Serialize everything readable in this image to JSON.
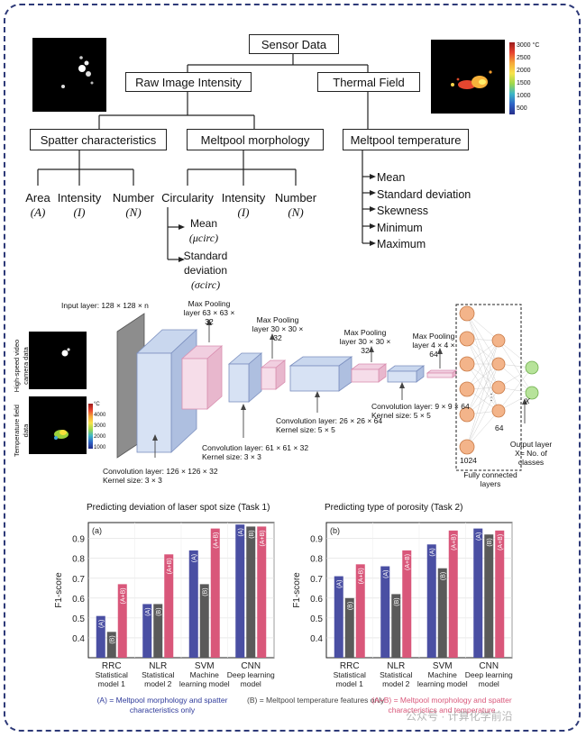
{
  "tree": {
    "root": "Sensor Data",
    "raw": "Raw Image Intensity",
    "thermal": "Thermal Field",
    "spatter": "Spatter characteristics",
    "meltpool_morph": "Meltpool morphology",
    "meltpool_temp": "Meltpool temperature",
    "spatter_leaves": [
      {
        "name": "Area",
        "sym": "(A)"
      },
      {
        "name": "Intensity",
        "sym": "(I)"
      },
      {
        "name": "Number",
        "sym": "(N)"
      }
    ],
    "morph_leaves": [
      {
        "name": "Circularity",
        "sym": ""
      },
      {
        "name": "Intensity",
        "sym": "(I)"
      },
      {
        "name": "Number",
        "sym": "(N)"
      }
    ],
    "circ_sub": [
      {
        "label": "Mean",
        "sym": "(μcirc)"
      },
      {
        "label": "Standard deviation",
        "sym": "(σcirc)"
      }
    ],
    "temp_leaves": [
      "Mean",
      "Standard deviation",
      "Skewness",
      "Minimum",
      "Maximum"
    ],
    "thermal_scale": [
      "3000 °C",
      "2500",
      "2000",
      "1500",
      "1000",
      "500"
    ]
  },
  "cnn": {
    "input_layer": "Input layer: 128 × 128 × n",
    "hs_video": "High-speed video camera data",
    "temp_field": "Temperature field data",
    "small_scale": [
      "°C",
      "4000",
      "3000",
      "2000",
      "1000"
    ],
    "mp1": "Max Pooling layer 63 × 63 × 32",
    "mp2": "Max Pooling layer 30 × 30 × 32",
    "mp3": "Max Pooling layer 30 × 30 × 32",
    "mp4": "Max Pooling layer 4 × 4 × 64",
    "conv1": "Convolution layer: 126 × 126 × 32",
    "conv1_k": "Kernel size: 3 × 3",
    "conv2": "Convolution layer: 61 × 61 × 32",
    "conv2_k": "Kernel size: 3 × 3",
    "conv3": "Convolution layer: 26 × 26 × 64",
    "conv3_k": "Kernel size: 5 × 5",
    "conv4": "Convolution layer: 9 × 9 × 64",
    "conv4_k": "Kernel size: 5 × 5",
    "n1024": "1024",
    "n64": "64",
    "fc": "Fully connected layers",
    "x_out": "X",
    "output": "Output layer X= No. of classes"
  },
  "chart_data": [
    {
      "type": "bar",
      "panel": "(a)",
      "title": "Predicting deviation of laser spot size (Task 1)",
      "ylabel": "F1-score",
      "ylim": [
        0.3,
        0.98
      ],
      "yticks": [
        0.4,
        0.5,
        0.6,
        0.7,
        0.8,
        0.9
      ],
      "categories": [
        [
          "RRC",
          "Statistical",
          "model 1"
        ],
        [
          "NLR",
          "Statistical",
          "model 2"
        ],
        [
          "SVM",
          "Machine",
          "learning model"
        ],
        [
          "CNN",
          "Deep learning",
          "model"
        ]
      ],
      "series": [
        {
          "name": "(A)",
          "values": [
            0.51,
            0.57,
            0.84,
            0.97
          ]
        },
        {
          "name": "(B)",
          "values": [
            0.43,
            0.57,
            0.67,
            0.96
          ]
        },
        {
          "name": "(A+B)",
          "values": [
            0.67,
            0.82,
            0.95,
            0.96
          ]
        }
      ]
    },
    {
      "type": "bar",
      "panel": "(b)",
      "title": "Predicting type of porosity (Task 2)",
      "ylabel": "F1-score",
      "ylim": [
        0.3,
        0.98
      ],
      "yticks": [
        0.4,
        0.5,
        0.6,
        0.7,
        0.8,
        0.9
      ],
      "categories": [
        [
          "RRC",
          "Statistical",
          "model 1"
        ],
        [
          "NLR",
          "Statistical",
          "model 2"
        ],
        [
          "SVM",
          "Machine",
          "learning model"
        ],
        [
          "CNN",
          "Deep learning",
          "model"
        ]
      ],
      "series": [
        {
          "name": "(A)",
          "values": [
            0.71,
            0.76,
            0.87,
            0.95
          ]
        },
        {
          "name": "(B)",
          "values": [
            0.6,
            0.62,
            0.75,
            0.92
          ]
        },
        {
          "name": "(A+B)",
          "values": [
            0.77,
            0.84,
            0.94,
            0.94
          ]
        }
      ]
    }
  ],
  "legend": {
    "a": "(A) = Meltpool morphology and spatter characteristics only",
    "b": "(B) = Meltpool temperature features only",
    "ab": "(A+B) = Meltpool morphology and spatter characteristics and temperature"
  },
  "watermark": "公众号 · 计算化学前沿",
  "colors": {
    "A": "#4a4fa3",
    "B": "#5a5a5a",
    "AB": "#d9577a",
    "frame": "#2e3a78"
  }
}
